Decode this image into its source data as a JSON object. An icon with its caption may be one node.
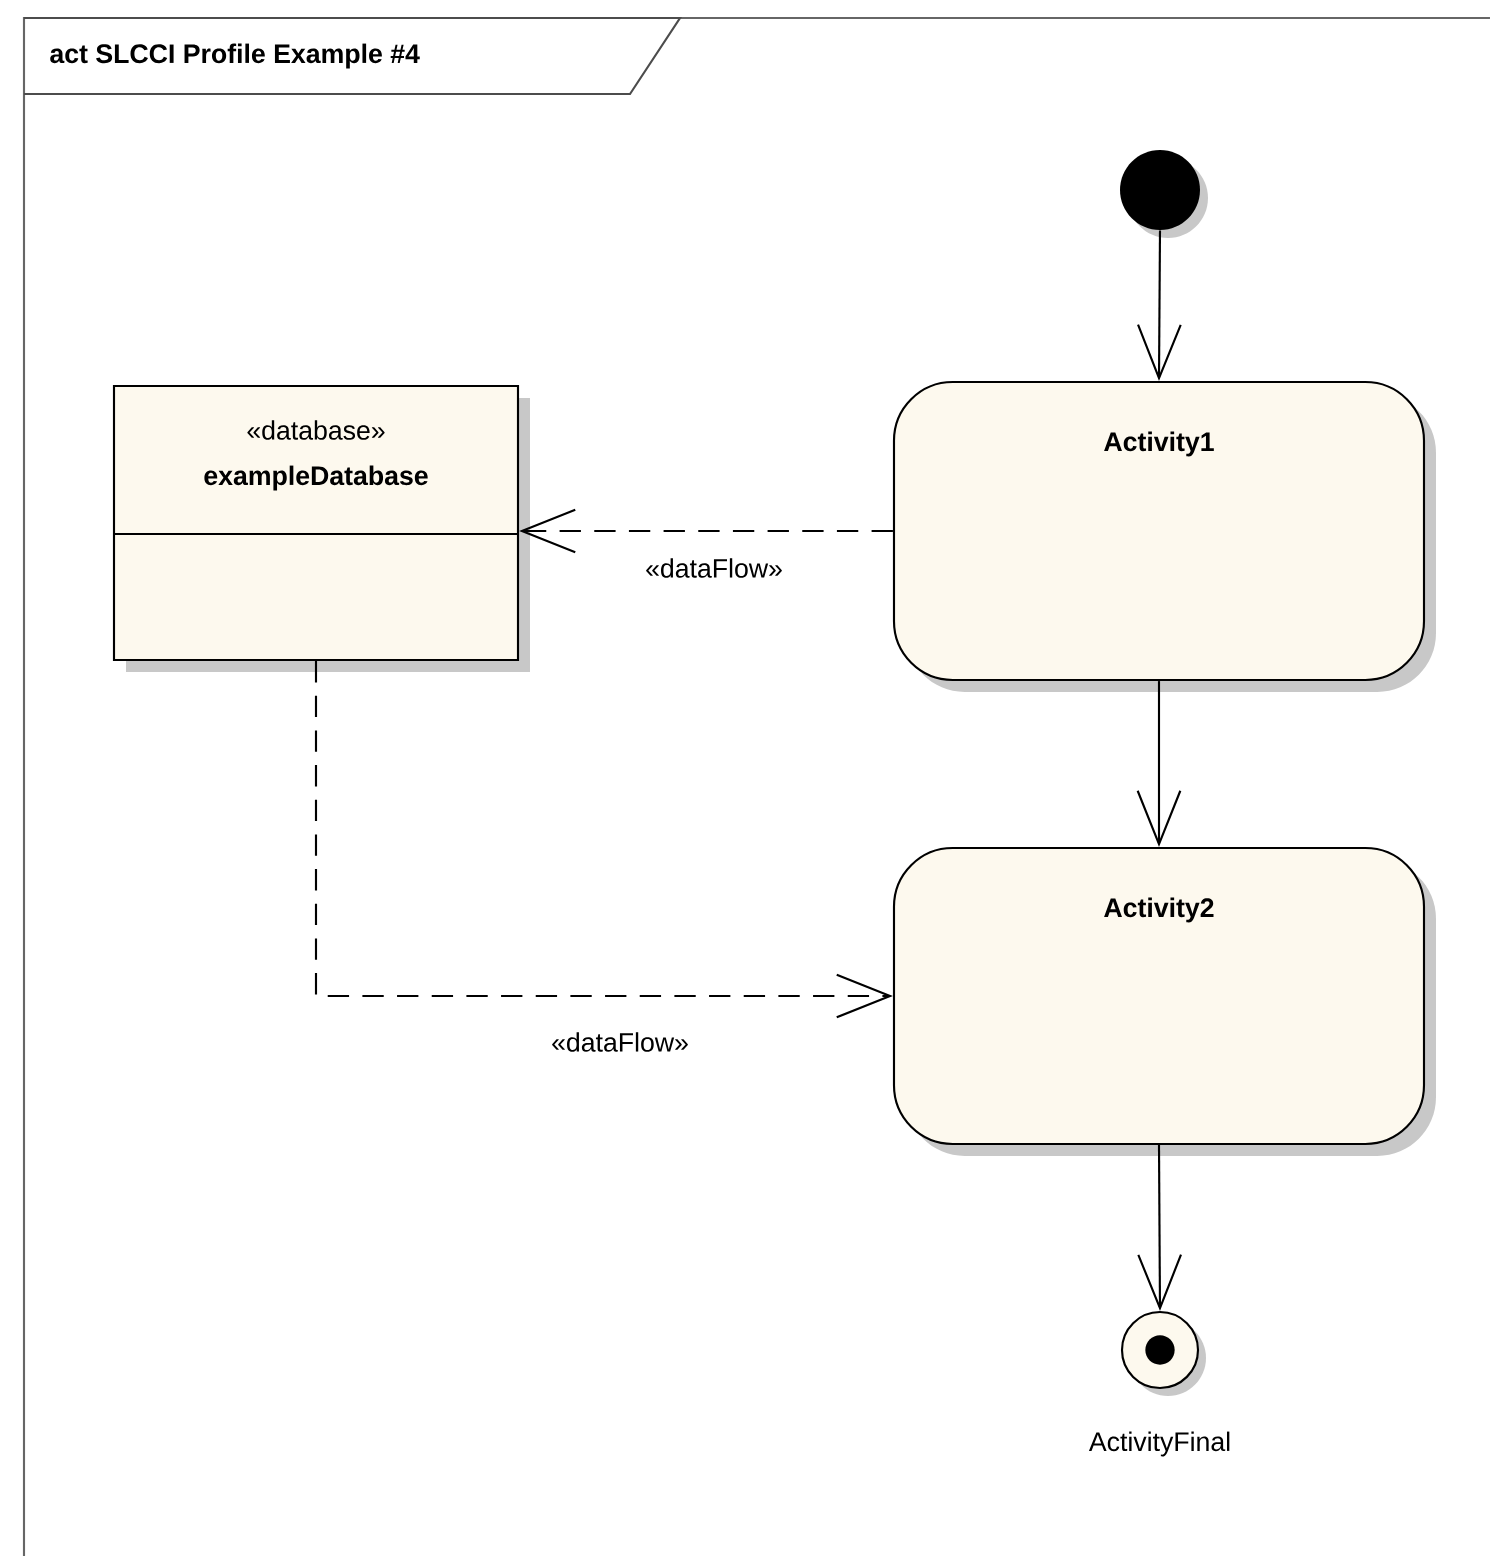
{
  "diagram": {
    "title": "act SLCCI Profile Example #4",
    "nodes": [
      {
        "text": [],
        "shape": "circle"
      },
      {
        "text": [
          "«database»",
          "exampleDatabase"
        ]
      },
      {
        "text": [
          "Activity1"
        ]
      },
      {
        "text": [
          "Activity2"
        ]
      },
      {
        "text": [],
        "shape": "circle",
        "beside": [
          "ActivityFinal"
        ]
      }
    ],
    "edges": [
      {
        "from": 0,
        "to": 2,
        "arrow": "to"
      },
      {
        "from": 2,
        "to": 1,
        "arrow": "to",
        "style": "dashed",
        "label": "«dataFlow»"
      },
      {
        "from": 2,
        "to": 3,
        "arrow": "to"
      },
      {
        "from": 1,
        "to": 3,
        "arrow": "to",
        "style": "dashed",
        "label": "«dataFlow»"
      },
      {
        "from": 3,
        "to": 4,
        "arrow": "to"
      }
    ]
  }
}
